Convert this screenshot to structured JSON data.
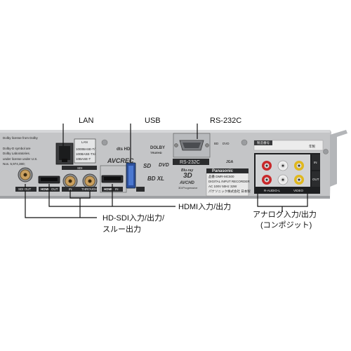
{
  "callouts": {
    "lan": "LAN",
    "usb": "USB",
    "rs232c": "RS-232C",
    "hdmi": "HDMI入力/出力",
    "sdi_line1": "HD-SDI入力/出力/",
    "sdi_line2": "スルー出力",
    "analog_line1": "アナログ入力/出力",
    "analog_line2": "(コンポジット)"
  },
  "panel": {
    "license_lines": [
      "Dolby license from Dolby",
      "Dolby-D symbol are",
      "Dolby Laboratories.",
      "under license under U.S.",
      "Nos. 5,974,380;"
    ],
    "lan_label": "LAN",
    "lan_specs": [
      "1000BASE-T/",
      "100BASE-TX/",
      "10BASE-T"
    ],
    "sdi_label": "SDI",
    "sdi_out": "SDI OUT",
    "sdi_in": "IN",
    "sdi_through": "THROUGH",
    "hdmi_out_logo": "HDMI",
    "hdmi_out": "OUT",
    "hdmi_in_logo": "HDMI",
    "hdmi_in": "IN",
    "avcrec": "AVCREC",
    "dts": "dts HD",
    "dolby": "DOLBY",
    "dolby_sub": "TRUEHD",
    "bdxl": "BD XL",
    "dvd": "DVD",
    "sd": "SD",
    "bluray": "Blu-ray",
    "bluray_3d": "3D",
    "avchd": "AVCHD",
    "avchd_sub": "3D/Progressive",
    "rs232c_label": "RS-232C",
    "bd": "BD",
    "dvd_small": "DVD",
    "jga": "JGA",
    "panasonic": "Panasonic",
    "model_lines": [
      "品番 DMR-MC500",
      "DIGITAL INPUT RECORDER",
      "AC 100V 50Hz 32W",
      "パナソニック株式会社 日本製"
    ],
    "seizo": "製造番号",
    "nenpu": "年製",
    "av_in": "IN",
    "av_out": "OUT",
    "av_audio": "R-AUDIO-L",
    "av_video": "VIDEO"
  }
}
